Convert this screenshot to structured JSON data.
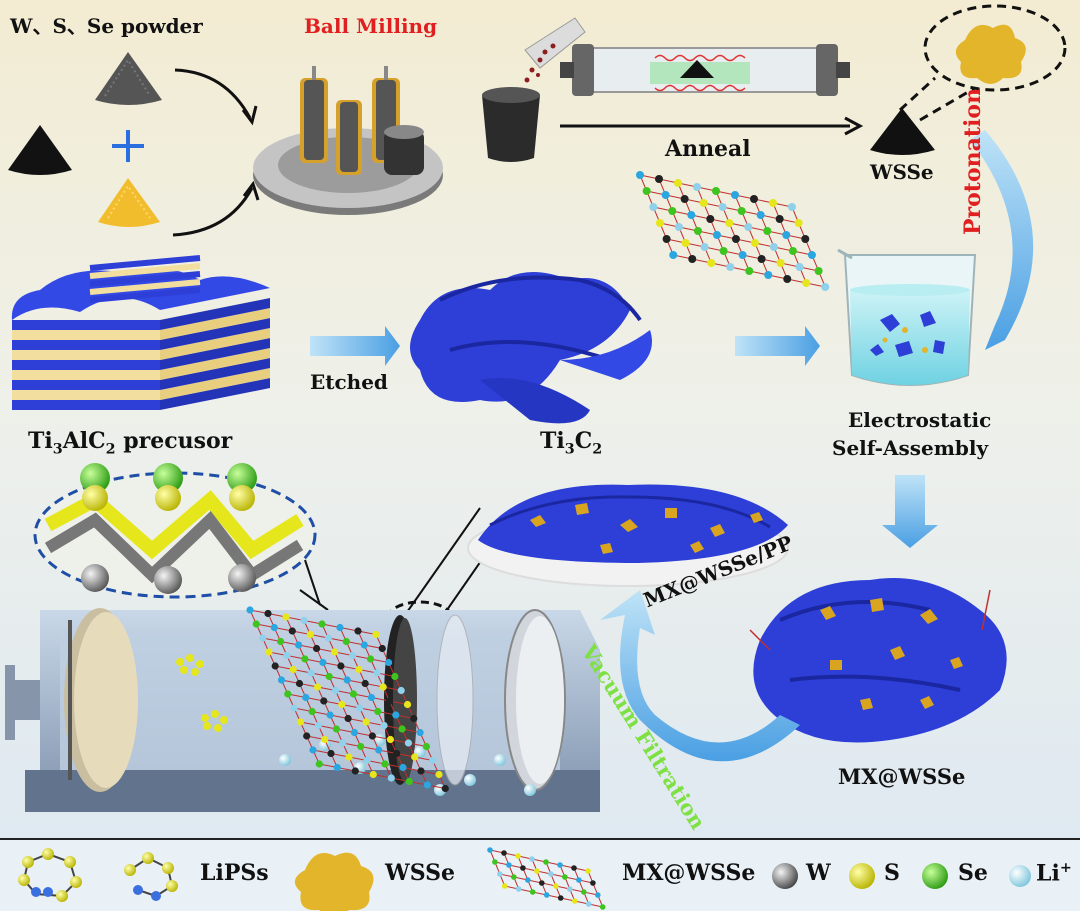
{
  "labels": {
    "powder": "W、S、Se powder",
    "ball_milling": "Ball Milling",
    "anneal": "Anneal",
    "wsse_top": "WSSe",
    "protonation": "Protonation",
    "etched": "Etched",
    "precursor_pre": "Ti",
    "precursor_sub1": "3",
    "precursor_mid": "AlC",
    "precursor_sub2": "2",
    "precursor_post": " precusor",
    "ti3c2_pre": "Ti",
    "ti3c2_sub1": "3",
    "ti3c2_mid": "C",
    "ti3c2_sub2": "2",
    "electrostatic": "Electrostatic",
    "self_assembly": "Self-Assembly",
    "mx_pp": "MX@WSSe/PP",
    "vacuum_filtration": "Vacuum Filtration",
    "mx_wsse": "MX@WSSe"
  },
  "legend": {
    "lipss": "LiPSs",
    "wsse": "WSSe",
    "mxwsse": "MX@WSSe",
    "w": "W",
    "s": "S",
    "se": "Se",
    "li": "Li",
    "li_sup": "+"
  },
  "colors": {
    "mxene_blue": "#2d3fd6",
    "wsse_gold": "#d9a521",
    "sulfur_yellow": "#e6e61c",
    "selenium_green": "#3ec41f",
    "lithium_cyan": "#a8dce9",
    "arrow_blue": "#5aa8e6",
    "ball_milling_red": "#e02020",
    "protonation_red": "#e02020",
    "vacuum_green": "#7ee043"
  }
}
